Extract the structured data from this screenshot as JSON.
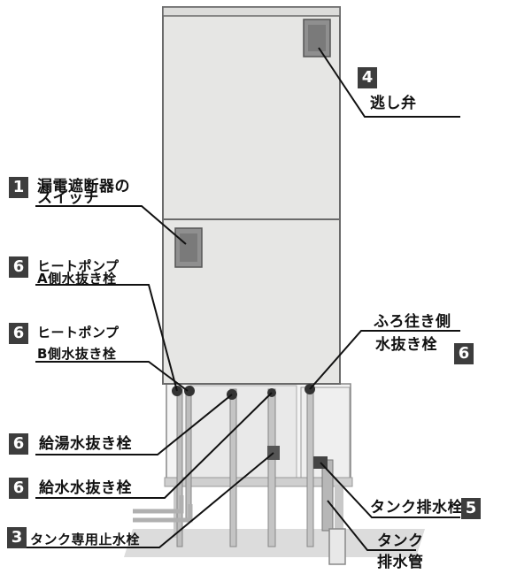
{
  "labels": [
    {
      "num": "4",
      "text": "逃し弁"
    },
    {
      "num": "1",
      "line1": "漏電遮断器の",
      "line2": "スイッチ"
    },
    {
      "num": "6",
      "line1": "ヒートポンプ",
      "line2": "A側水抜き栓"
    },
    {
      "num": "6",
      "line1": "ヒートポンプ",
      "line2": "B側水抜き栓"
    },
    {
      "num": "6",
      "line1": "ふろ往き側",
      "line2": "水抜き栓"
    },
    {
      "num": "6",
      "text": "給湯水抜き栓"
    },
    {
      "num": "6",
      "text": "給水水抜き栓"
    },
    {
      "num": "3",
      "text": "タンク専用止水栓"
    },
    {
      "num": "5",
      "text": "タンク排水栓"
    },
    {
      "line1": "タンク",
      "line2": "排水管"
    }
  ],
  "colors": {
    "badge": "#3d3d3d",
    "body": "#e6e6e4",
    "outline": "#555555"
  }
}
